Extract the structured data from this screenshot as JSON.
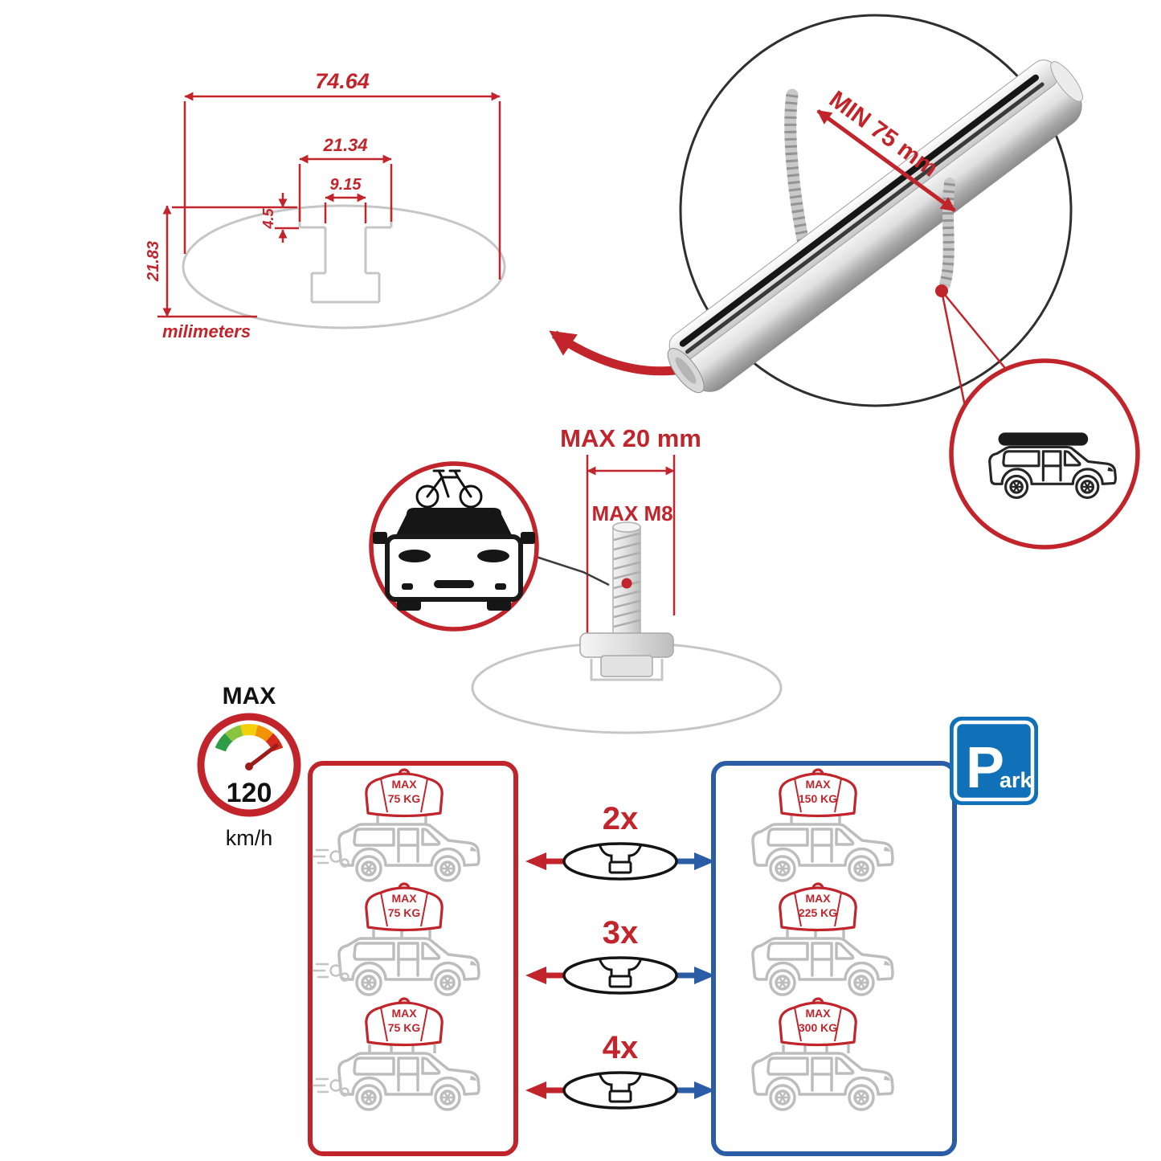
{
  "colors": {
    "red": "#c2242b",
    "blue": "#2b5ca6",
    "park_blue": "#1070b8",
    "metal_gray": "#c6c6c6",
    "ink": "#1a1a1a"
  },
  "cross_section": {
    "dim_total_width": "74.64",
    "dim_channel_outer": "21.34",
    "dim_channel_inner": "9.15",
    "dim_lip_depth": "4.5",
    "dim_height": "21.83",
    "unit": "milimeters"
  },
  "bar_detail": {
    "min_span": "MIN 75 mm"
  },
  "bolt": {
    "max_width": "MAX 20 mm",
    "max_thread": "MAX M8"
  },
  "speed_limit": {
    "label": "MAX",
    "value": "120",
    "unit": "km/h"
  },
  "panels": {
    "left": {
      "cars": [
        {
          "label": "MAX",
          "weight": "75 KG"
        },
        {
          "label": "MAX",
          "weight": "75 KG"
        },
        {
          "label": "MAX",
          "weight": "75 KG"
        }
      ]
    },
    "right": {
      "cars": [
        {
          "label": "MAX",
          "weight": "150 KG"
        },
        {
          "label": "MAX",
          "weight": "225 KG"
        },
        {
          "label": "MAX",
          "weight": "300 KG"
        }
      ]
    }
  },
  "multipliers": [
    "2x",
    "3x",
    "4x"
  ],
  "park_sign": {
    "letter": "P",
    "rest": "ark"
  }
}
